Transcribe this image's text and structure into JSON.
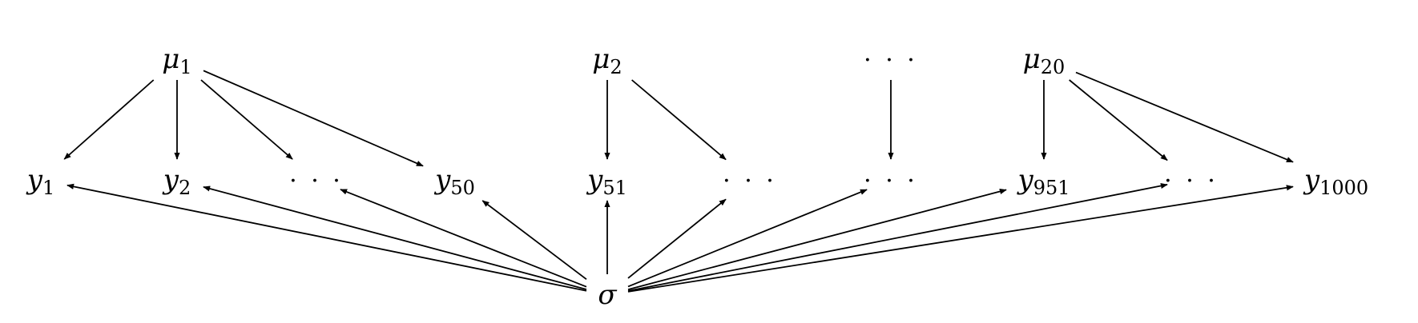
{
  "nodes": {
    "mu1": {
      "base": "μ",
      "sub": "1"
    },
    "mu2": {
      "base": "μ",
      "sub": "2"
    },
    "mudots": {
      "base": "· · ·",
      "sub": ""
    },
    "mu20": {
      "base": "μ",
      "sub": "20"
    },
    "y1": {
      "base": "y",
      "sub": "1"
    },
    "y2": {
      "base": "y",
      "sub": "2"
    },
    "ydots1": {
      "base": "· · ·",
      "sub": ""
    },
    "y50": {
      "base": "y",
      "sub": "50"
    },
    "y51": {
      "base": "y",
      "sub": "51"
    },
    "ydots2": {
      "base": "· · ·",
      "sub": ""
    },
    "ydots3": {
      "base": "· · ·",
      "sub": ""
    },
    "y951": {
      "base": "y",
      "sub": "951"
    },
    "ydots4": {
      "base": "· · ·",
      "sub": ""
    },
    "y1000": {
      "base": "y",
      "sub": "1000"
    },
    "sigma": {
      "base": "σ",
      "sub": ""
    }
  },
  "edges": [
    [
      "mu1",
      "y1"
    ],
    [
      "mu1",
      "y2"
    ],
    [
      "mu1",
      "ydots1"
    ],
    [
      "mu1",
      "y50"
    ],
    [
      "mu2",
      "y51"
    ],
    [
      "mu2",
      "ydots2"
    ],
    [
      "mudots",
      "ydots3"
    ],
    [
      "mu20",
      "y951"
    ],
    [
      "mu20",
      "ydots4"
    ],
    [
      "mu20",
      "y1000"
    ],
    [
      "sigma",
      "y1"
    ],
    [
      "sigma",
      "y2"
    ],
    [
      "sigma",
      "ydots1"
    ],
    [
      "sigma",
      "y50"
    ],
    [
      "sigma",
      "y51"
    ],
    [
      "sigma",
      "ydots2"
    ],
    [
      "sigma",
      "ydots3"
    ],
    [
      "sigma",
      "y951"
    ],
    [
      "sigma",
      "ydots4"
    ],
    [
      "sigma",
      "y1000"
    ]
  ]
}
